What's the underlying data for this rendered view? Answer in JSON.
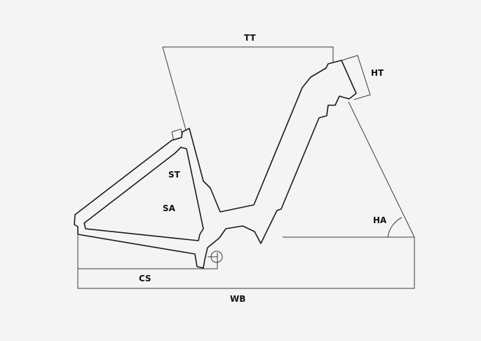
{
  "labels": {
    "top_tube": "TT",
    "head_tube": "HT",
    "seat_tube": "ST",
    "seat_angle": "SA",
    "head_angle": "HA",
    "chainstay": "CS",
    "wheelbase": "WB"
  },
  "colors": {
    "background": "#f4f4f4",
    "frame_outline": "#1a1a1a",
    "dimension_lines": "#3a3a3a",
    "label_text": "#111111"
  }
}
